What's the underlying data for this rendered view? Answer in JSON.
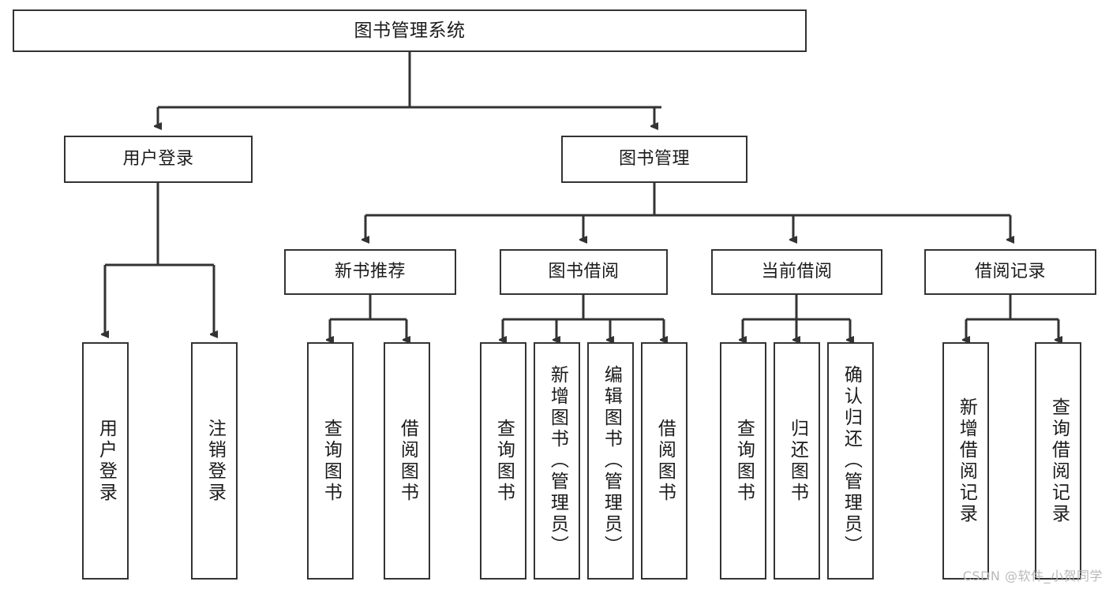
{
  "diagram": {
    "type": "tree-hierarchy-chart",
    "title": "图书管理系统",
    "line_color": "#333333",
    "box_fill": "#ffffff",
    "text_color": "#1b1b1b",
    "nodes": {
      "root": {
        "label": "图书管理系统"
      },
      "level1": [
        {
          "label": "用户登录"
        },
        {
          "label": "图书管理"
        }
      ],
      "level2": [
        {
          "label": "新书推荐"
        },
        {
          "label": "图书借阅"
        },
        {
          "label": "当前借阅"
        },
        {
          "label": "借阅记录"
        }
      ],
      "leaves_user_login": [
        {
          "label": "用户登录"
        },
        {
          "label": "注销登录"
        }
      ],
      "leaves_new_book": [
        {
          "label": "查询图书"
        },
        {
          "label": "借阅图书"
        }
      ],
      "leaves_borrow": [
        {
          "label": "查询图书"
        },
        {
          "label": "新增图书（管理员）"
        },
        {
          "label": "编辑图书（管理员）"
        },
        {
          "label": "借阅图书"
        }
      ],
      "leaves_current": [
        {
          "label": "查询图书"
        },
        {
          "label": "归还图书"
        },
        {
          "label": "确认归还（管理员）"
        }
      ],
      "leaves_records": [
        {
          "label": "新增借阅记录"
        },
        {
          "label": "查询借阅记录"
        }
      ]
    }
  },
  "watermark": {
    "text": "CSDN @软件_小贺同学"
  }
}
